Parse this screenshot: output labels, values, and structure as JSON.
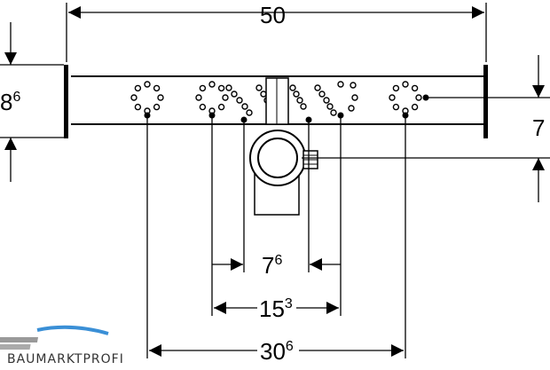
{
  "dimensions": {
    "top_width": {
      "main": "50",
      "sup": ""
    },
    "left_height": {
      "main": "8",
      "sup": "6"
    },
    "right_height": {
      "main": "7",
      "sup": ""
    },
    "inner_small": {
      "main": "7",
      "sup": "6"
    },
    "middle": {
      "main": "15",
      "sup": "3"
    },
    "outer": {
      "main": "30",
      "sup": "6"
    }
  },
  "watermark": {
    "text": "BAUMARKTPROFI",
    "colors": {
      "blue": "#3a8fd6",
      "gray": "#888888"
    }
  },
  "colors": {
    "line": "#000000",
    "background": "#ffffff"
  }
}
